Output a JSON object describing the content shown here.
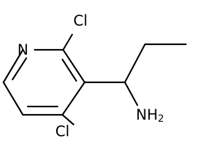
{
  "molecule": {
    "atoms": {
      "n": "N",
      "cl2": "Cl",
      "cl4": "Cl",
      "amine_main": "NH",
      "amine_sub": "2"
    }
  }
}
